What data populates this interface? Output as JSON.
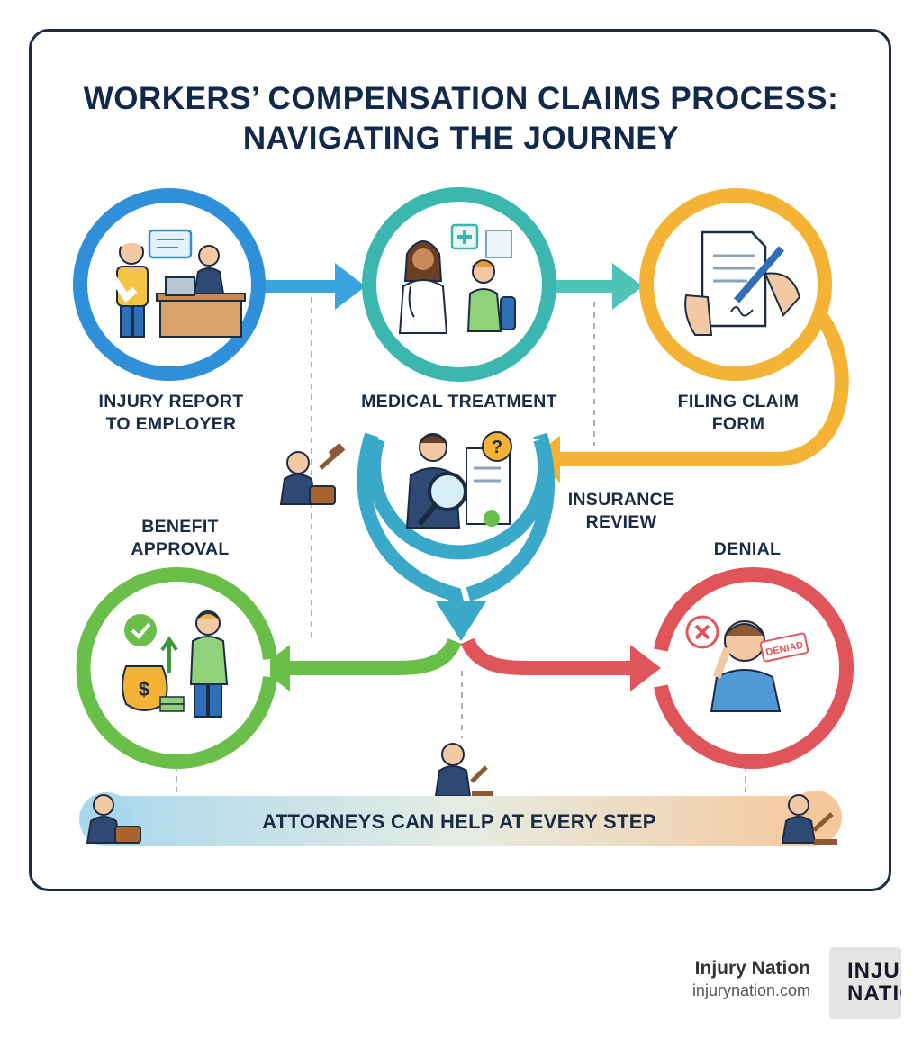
{
  "title": {
    "line1": "WORKERS’ COMPENSATION CLAIMS PROCESS:",
    "line2": "NAVIGATING THE JOURNEY"
  },
  "steps": {
    "injury_report": {
      "line1": "INJURY REPORT",
      "line2": "TO EMPLOYER",
      "color": "#2f8fd8"
    },
    "medical_treatment": {
      "line1": "MEDICAL TREATMENT",
      "color": "#3bb7b0"
    },
    "filing_claim": {
      "line1": "FILING CLAIM",
      "line2": "FORM",
      "color": "#f5b335"
    },
    "insurance_review": {
      "line1": "INSURANCE",
      "line2": "REVIEW",
      "color": "#3aa9c9"
    },
    "benefit_approval": {
      "line1": "BENEFIT",
      "line2": "APPROVAL",
      "color": "#6abf4b"
    },
    "denial": {
      "line1": "DENIAL",
      "color": "#e0555a"
    }
  },
  "icons": {
    "denied_stamp": "DENIAD",
    "question_mark": "?",
    "dollar_sign": "$"
  },
  "banner": {
    "text": "ATTORNEYS CAN HELP AT EVERY STEP"
  },
  "brand": {
    "name": "Injury Nation",
    "url": "injurynation.com",
    "logo_text": "INJU\nNATIO"
  }
}
